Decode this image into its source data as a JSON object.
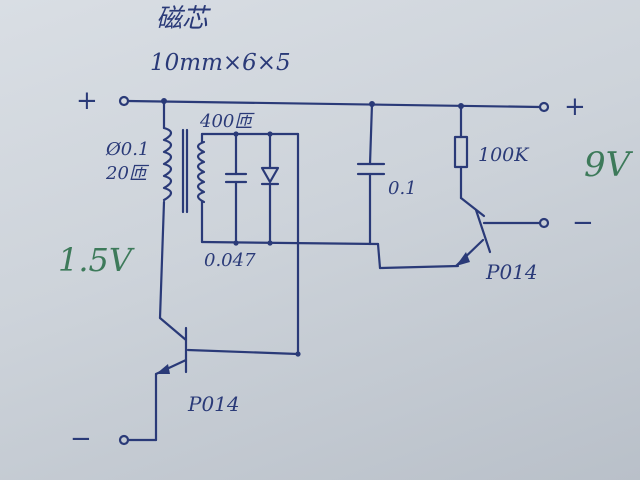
{
  "notes": {
    "core_title": "磁芯",
    "core_size": "10mm×6×5",
    "primary_winding": "Ø0.1\n20匝",
    "secondary_winding": "400匝",
    "supply_voltage": "1.5V",
    "output_voltage": "9V"
  },
  "terminals": {
    "in_plus": "+",
    "in_minus": "−",
    "out_plus": "+",
    "out_minus": "−"
  },
  "components": {
    "tank_cap": "0.047",
    "filter_cap": "0.1",
    "resistor": "100K",
    "q1": "P014",
    "q2": "P014"
  },
  "colors": {
    "ink": "#2a3a78",
    "green_ink": "#3d7a5a",
    "paper": "#d4d9df"
  }
}
